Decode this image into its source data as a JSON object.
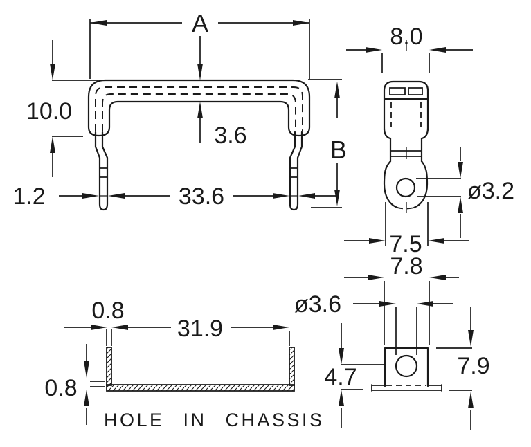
{
  "colors": {
    "line": "#1a1a1a",
    "background": "#ffffff"
  },
  "views": {
    "handle_front": {
      "dims": {
        "width_ref": "A",
        "height": "10.0",
        "bar_dia": "3.6",
        "total_height_ref": "B",
        "leg_dia": "1.2",
        "leg_spacing": "33.6"
      }
    },
    "handle_side": {
      "dims": {
        "width": "8.0",
        "hole_dia": "ø3.2",
        "base_width": "7.5"
      }
    },
    "chassis_section": {
      "dims": {
        "lip_width": "0.8",
        "hole_length": "31.9",
        "sheet_thickness": "0.8"
      },
      "caption": "HOLE IN CHASSIS"
    },
    "mount_section": {
      "dims": {
        "slot_width": "7.8",
        "hole_dia": "ø3.6",
        "below_chassis": "4.7",
        "overall_height": "7.9"
      }
    }
  }
}
